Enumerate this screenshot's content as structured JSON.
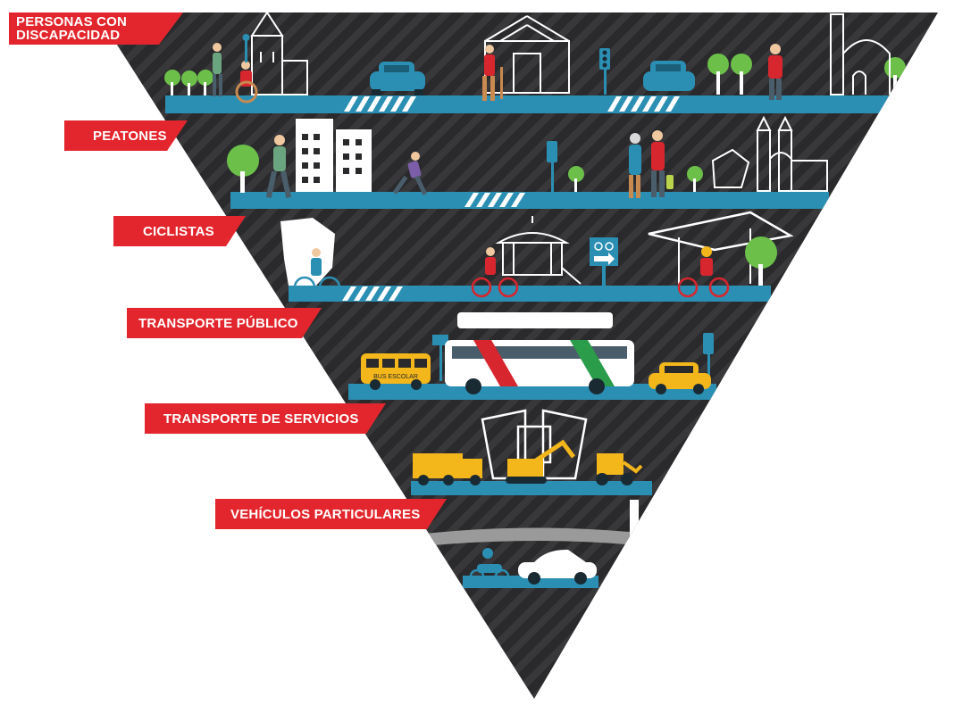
{
  "levels": [
    {
      "id": "personas",
      "label_lines": [
        "PERSONAS CON",
        "DISCAPACIDAD"
      ]
    },
    {
      "id": "peatones",
      "label_lines": [
        "PEATONES"
      ]
    },
    {
      "id": "ciclistas",
      "label_lines": [
        "CICLISTAS"
      ]
    },
    {
      "id": "transporte-publico",
      "label_lines": [
        "TRANSPORTE PÚBLICO"
      ]
    },
    {
      "id": "transporte-servicios",
      "label_lines": [
        "TRANSPORTE DE SERVICIOS"
      ]
    },
    {
      "id": "vehiculos",
      "label_lines": [
        "VEHÍCULOS PARTICULARES"
      ]
    }
  ],
  "vehicle_text": {
    "school_bus": "BUS ESCOLAR"
  },
  "colors": {
    "pyramid": "#2a2a2c",
    "stripe": "#3a3a3d",
    "road": "#2b8fb3",
    "label_red": "#e3262d",
    "tree": "#6cc04a",
    "building": "#ffffff",
    "bus_red": "#d7262d",
    "yellow": "#f3b61b"
  }
}
